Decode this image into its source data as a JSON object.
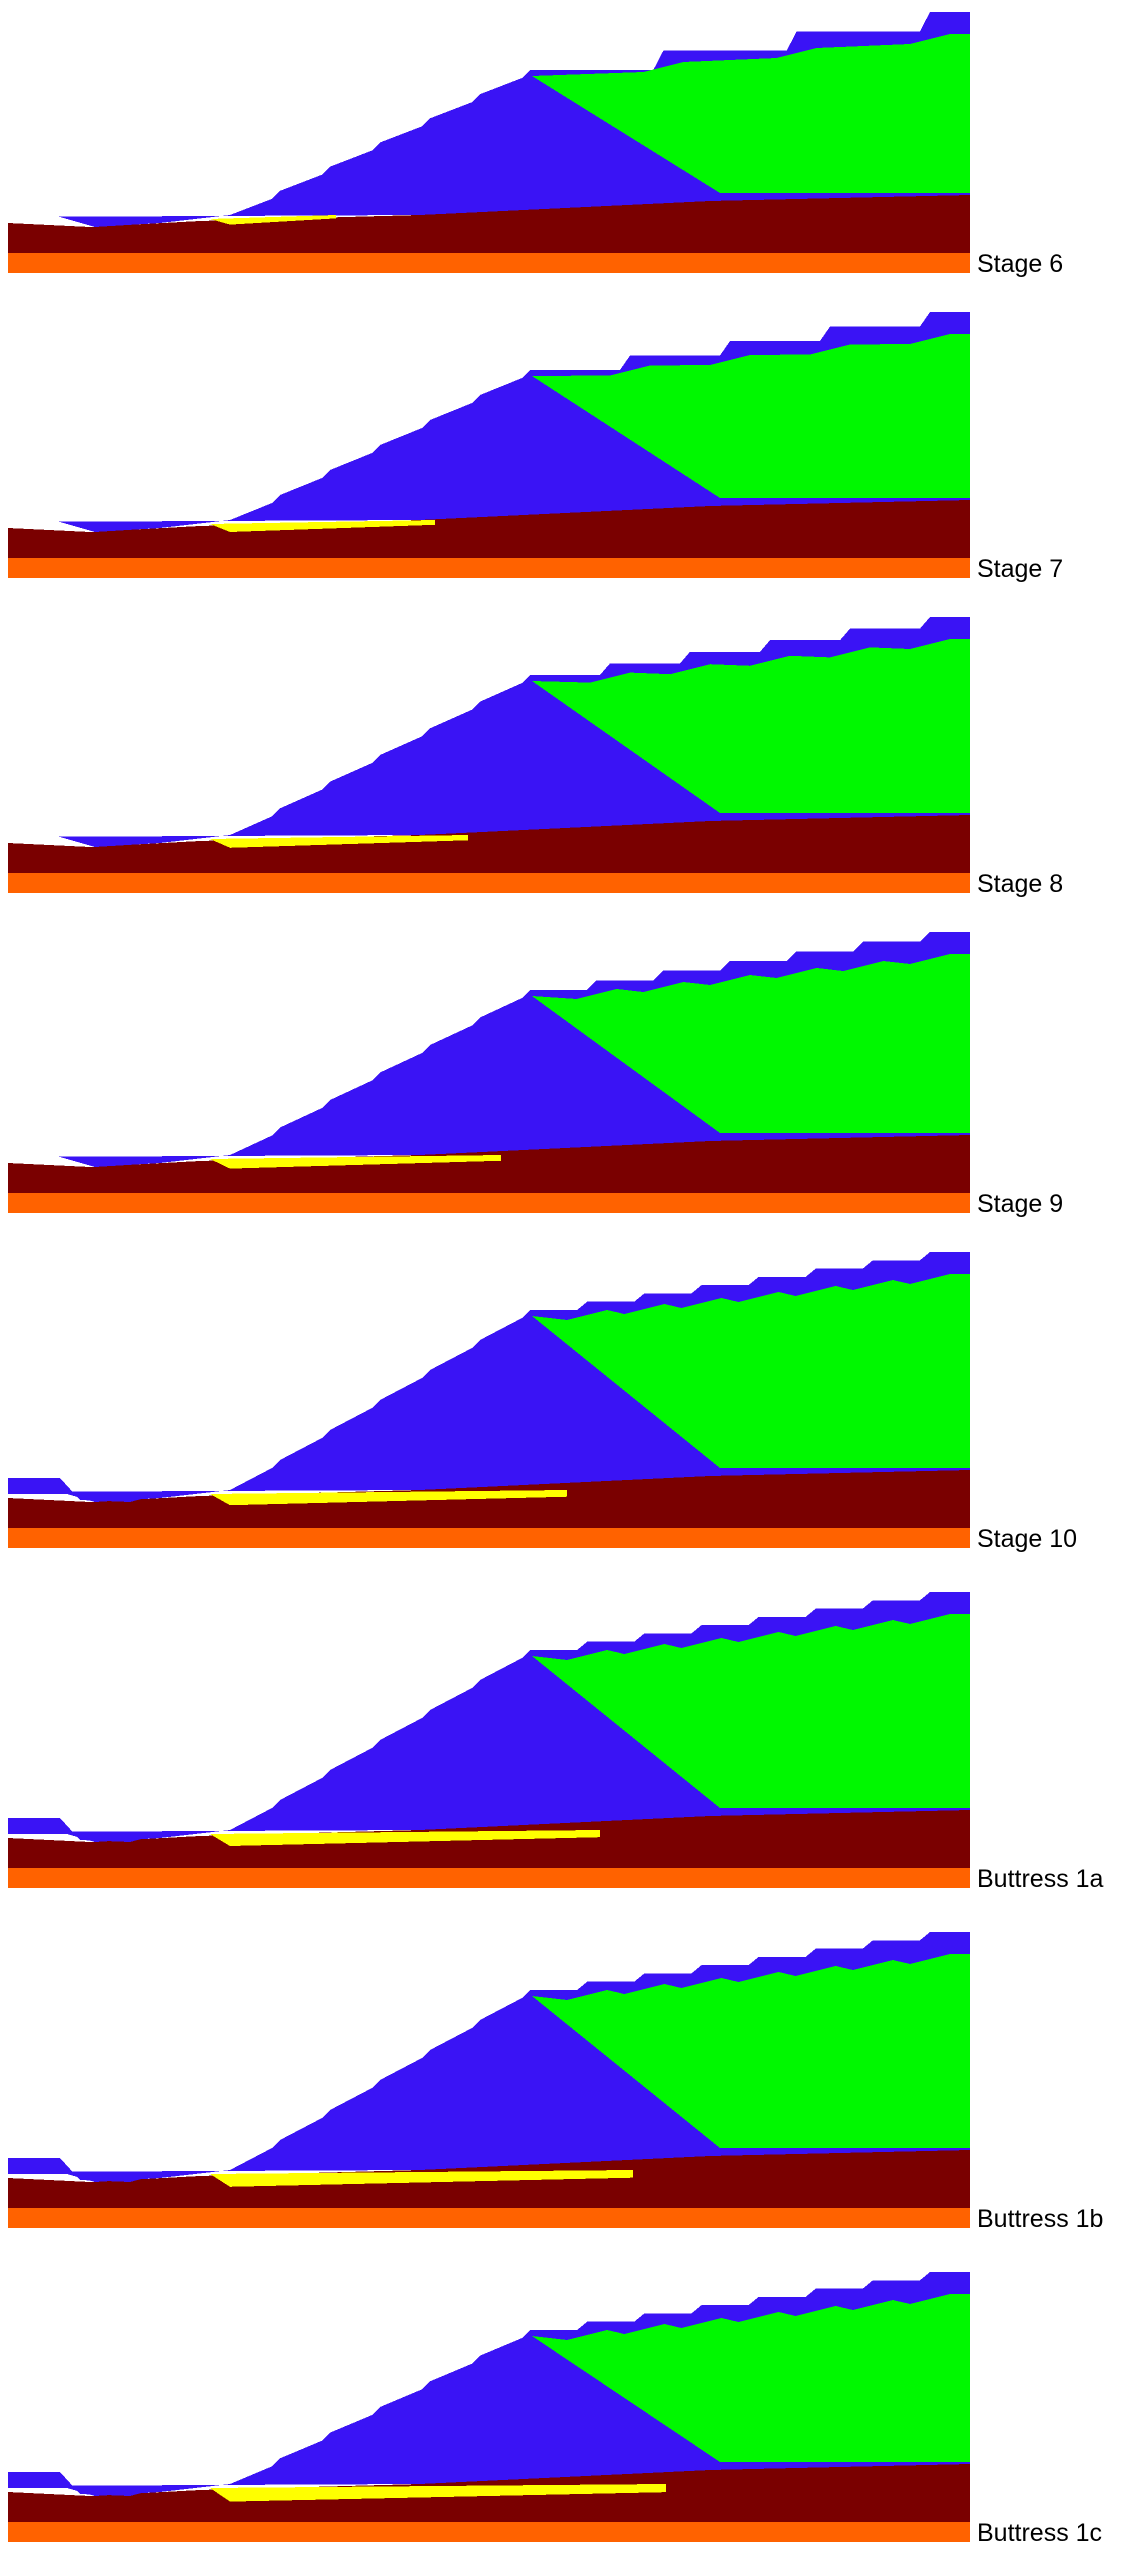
{
  "colors": {
    "embankment": "#3a13f5",
    "fill": "#00f800",
    "foundation": "#7a0000",
    "base": "#ff6200",
    "liquefied": "#ffff00"
  },
  "panels": [
    {
      "label": "Stage 6",
      "benches": 3,
      "yellow": 0.2,
      "pit": 0
    },
    {
      "label": "Stage 7",
      "benches": 4,
      "yellow": 0.5,
      "pit": 0
    },
    {
      "label": "Stage 8",
      "benches": 5,
      "yellow": 0.6,
      "pit": 0
    },
    {
      "label": "Stage 9",
      "benches": 6,
      "yellow": 0.7,
      "pit": 0
    },
    {
      "label": "Stage 10",
      "benches": 7,
      "yellow": 0.9,
      "pit": 1
    },
    {
      "label": "Buttress 1a",
      "benches": 7,
      "yellow": 1.0,
      "pit": 1
    },
    {
      "label": "Buttress 1b",
      "benches": 7,
      "yellow": 1.1,
      "pit": 1
    },
    {
      "label": "Buttress 1c",
      "benches": 7,
      "yellow": 1.2,
      "pit": 1
    }
  ]
}
